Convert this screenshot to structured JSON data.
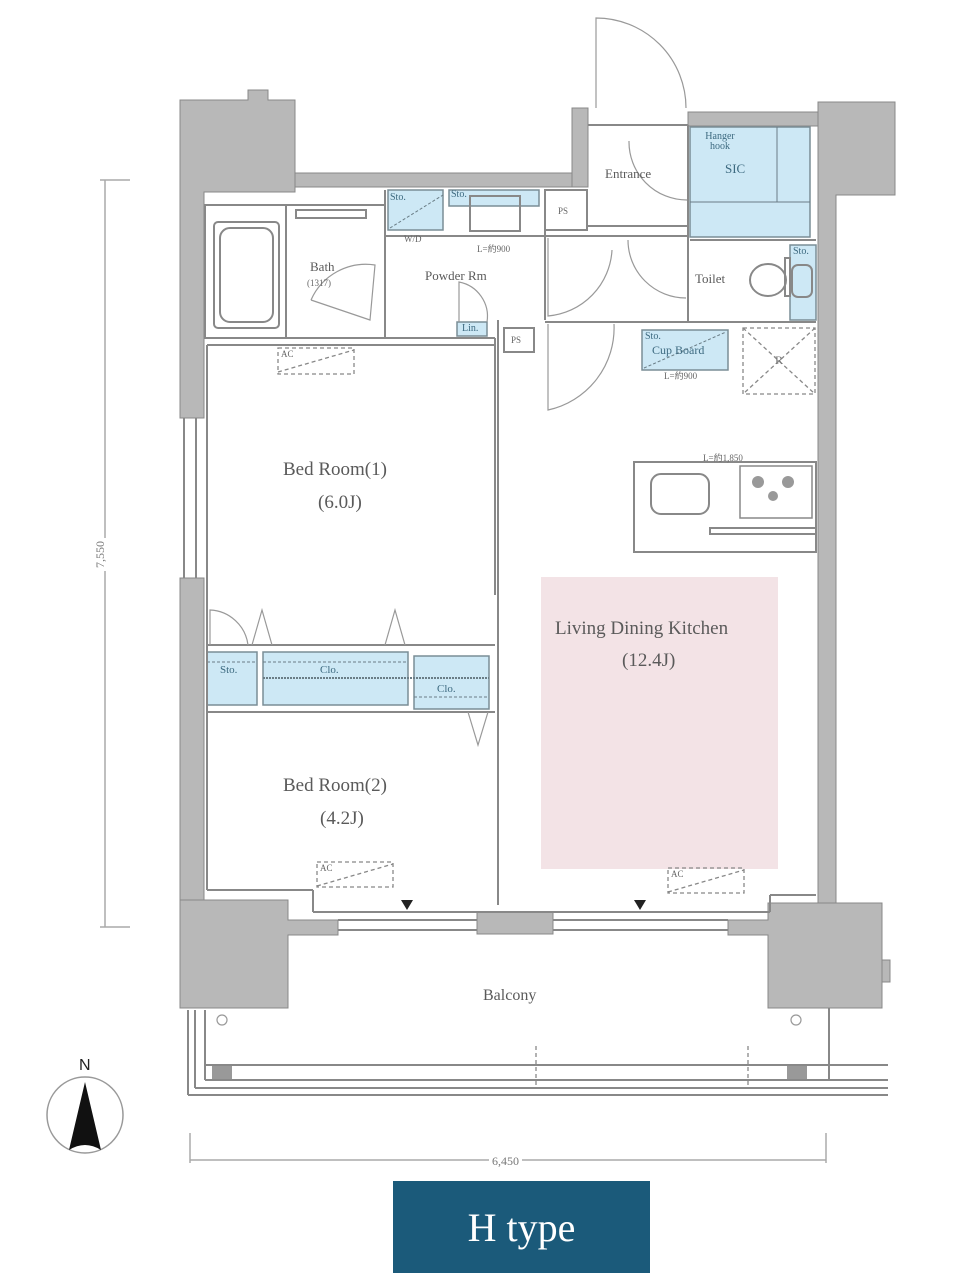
{
  "plan": {
    "type_label": "H type",
    "badge_color": "#1b5a7a",
    "wall_color": "#b8b8b8",
    "storage_color": "#cde8f5",
    "ldk_highlight_color": "#f3e3e6",
    "dimensions": {
      "width": "6,450",
      "depth": "7,550"
    },
    "compass": {
      "letter": "N"
    },
    "rooms": {
      "entrance": "Entrance",
      "sic": "SIC",
      "hanger_hook": "Hanger hook",
      "toilet": "Toilet",
      "bath": "Bath",
      "bath_size": "(1317)",
      "powder_room": "Powder Rm",
      "wd": "W/D",
      "lin": "Lin.",
      "ps_1": "PS",
      "ps_2": "PS",
      "cupboard": "Cup Board",
      "cupboard_len": "L=約900",
      "powder_len": "L=約900",
      "kitchen_len": "L=約1,850",
      "fridge": "R",
      "bedroom1": "Bed Room(1)",
      "bedroom1_size": "(6.0J)",
      "bedroom2": "Bed Room(2)",
      "bedroom2_size": "(4.2J)",
      "ldk": "Living Dining Kitchen",
      "ldk_size": "(12.4J)",
      "balcony": "Balcony",
      "sto_1": "Sto.",
      "clo_1": "Clo.",
      "clo_2": "Clo.",
      "sto_wd": "Sto.",
      "sto_powder": "Sto.",
      "sto_cupboard": "Sto.",
      "sto_toilet": "Sto.",
      "ac_1": "AC",
      "ac_2": "AC",
      "ac_3": "AC"
    }
  }
}
